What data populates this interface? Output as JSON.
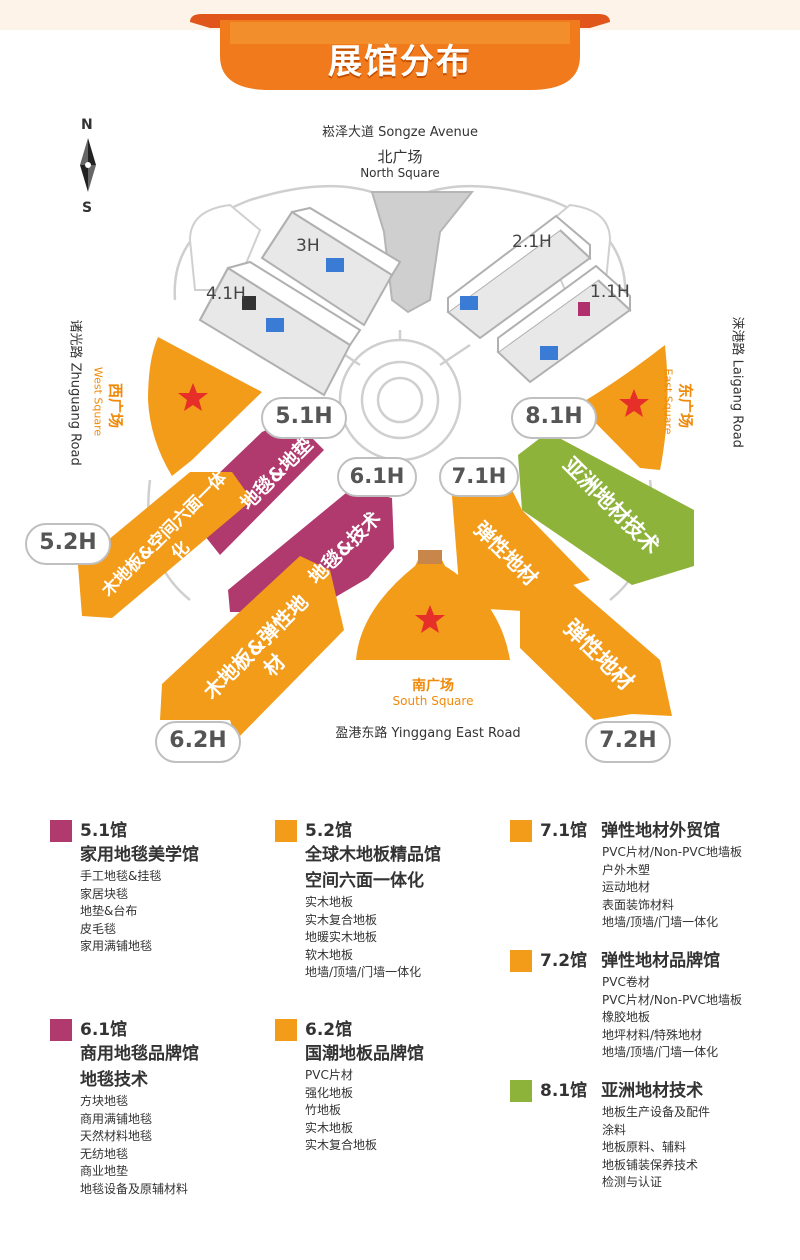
{
  "page_title": "展馆分布",
  "compass": {
    "north": "N",
    "south": "S"
  },
  "roads": {
    "north": "崧泽大道 Songze Avenue",
    "south": "盈港东路 Yinggang East Road",
    "west": "诸光路 Zhuguang Road",
    "east": "涞港路 Laigang Road"
  },
  "squares": {
    "north_cn": "北广场",
    "north_en": "North Square",
    "south_cn": "南广场",
    "south_en": "South Square",
    "west_cn": "西广场",
    "west_en": "West Square",
    "east_cn": "东广场",
    "east_en": "East Square"
  },
  "hall_labels": {
    "h3": "3H",
    "h41": "4.1H",
    "h21": "2.1H",
    "h11": "1.1H",
    "h51": "5.1H",
    "h61": "6.1H",
    "h71": "7.1H",
    "h81": "8.1H",
    "h52": "5.2H",
    "h62": "6.2H",
    "h72": "7.2H"
  },
  "hall_text": {
    "h51": "地毯&地垫",
    "h61": "地毯&技术",
    "h52": "木地板&空间六面一体化",
    "h62": "木地板&弹性地材",
    "h71": "弹性地材",
    "h72": "弹性地材",
    "h81": "亚洲地材技术"
  },
  "colors": {
    "magenta": "#b03a6e",
    "orange": "#f39c1a",
    "green": "#8db33a",
    "banner": "#f07a1c",
    "star": "#e52f28"
  },
  "legend": [
    {
      "hall": "5.1馆",
      "color": "#b03a6e",
      "titles": [
        "家用地毯美学馆"
      ],
      "items": [
        "手工地毯&挂毯",
        "家居块毯",
        "地垫&台布",
        "皮毛毯",
        "家用满铺地毯"
      ]
    },
    {
      "hall": "6.1馆",
      "color": "#b03a6e",
      "titles": [
        "商用地毯品牌馆",
        "地毯技术"
      ],
      "items": [
        "方块地毯",
        "商用满铺地毯",
        "天然材料地毯",
        "无纺地毯",
        "商业地垫",
        "地毯设备及原辅材料"
      ]
    },
    {
      "hall": "5.2馆",
      "color": "#f39c1a",
      "titles": [
        "全球木地板精品馆",
        "空间六面一体化"
      ],
      "items": [
        "实木地板",
        "实木复合地板",
        "地暖实木地板",
        "软木地板",
        "地墙/顶墙/门墙一体化"
      ]
    },
    {
      "hall": "6.2馆",
      "color": "#f39c1a",
      "titles": [
        "国潮地板品牌馆"
      ],
      "items": [
        "PVC片材",
        "强化地板",
        "竹地板",
        "实木地板",
        "实木复合地板"
      ]
    },
    {
      "hall": "7.1馆",
      "color": "#f39c1a",
      "titles": [
        "弹性地材外贸馆"
      ],
      "items": [
        "PVC片材/Non-PVC地墙板",
        "户外木塑",
        "运动地材",
        "表面装饰材料",
        "地墙/顶墙/门墙一体化"
      ]
    },
    {
      "hall": "7.2馆",
      "color": "#f39c1a",
      "titles": [
        "弹性地材品牌馆"
      ],
      "items": [
        "PVC卷材",
        "PVC片材/Non-PVC地墙板",
        "橡胶地板",
        "地坪材料/特殊地材",
        "地墙/顶墙/门墙一体化"
      ]
    },
    {
      "hall": "8.1馆",
      "color": "#8db33a",
      "titles": [
        "亚洲地材技术"
      ],
      "items": [
        "地板生产设备及配件",
        "涂料",
        "地板原料、辅料",
        "地板铺装保养技术",
        "检测与认证"
      ]
    }
  ]
}
